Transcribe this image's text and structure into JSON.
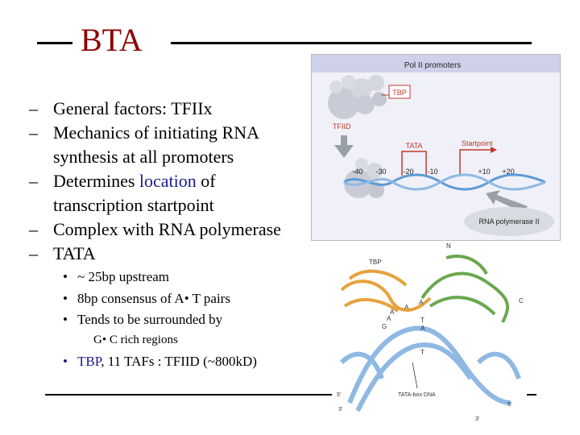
{
  "slide": {
    "title": "BTA",
    "bullets": [
      {
        "text": "General factors: TFIIx"
      },
      {
        "line1": "Mechanics of initiating RNA",
        "line2": "synthesis at all promoters"
      },
      {
        "pre": "Determines ",
        "highlight": "location",
        "post": " of",
        "line2": "transcription startpoint"
      },
      {
        "text": "Complex with RNA polymerase"
      },
      {
        "text": "TATA"
      }
    ],
    "dash": "–",
    "dot": "•",
    "sub_bullets": [
      "~ 25bp upstream",
      "8bp consensus of A• T pairs",
      "Tends to be surrounded by"
    ],
    "sub_sub": "G• C rich regions",
    "last_bullet": {
      "highlight": "TBP",
      "rest": ", 11 TAFs : TFIID (~800kD)"
    }
  },
  "figure_top": {
    "heading": "Pol II promoters",
    "tbp": "TBP",
    "tfiid": "TFIID",
    "tata": "TATA",
    "startpoint": "Startpoint",
    "positions": [
      "-40",
      "-30",
      "-20",
      "-10",
      "+10",
      "+20"
    ],
    "rnapol": "RNA polymerase II"
  },
  "figure_bottom": {
    "tbp": "TBP",
    "n": "N",
    "c": "C",
    "bases_left": [
      "A",
      "A",
      "A",
      "G"
    ],
    "bases_mid": [
      "A",
      "T",
      "A",
      "T"
    ],
    "tata_dna": "TATA-box DNA",
    "p5": "5'",
    "p3": "3'",
    "p5b": "5'",
    "p3b": "3'"
  },
  "colors": {
    "title": "#8B0000",
    "highlight": "#1a1a8c",
    "tbp_red": "#c0392b",
    "arrow_gray": "#9aa0aa",
    "dna_blue": "#5b9bd5",
    "protein_orange": "#e6a23c",
    "protein_green": "#6aa84f"
  }
}
